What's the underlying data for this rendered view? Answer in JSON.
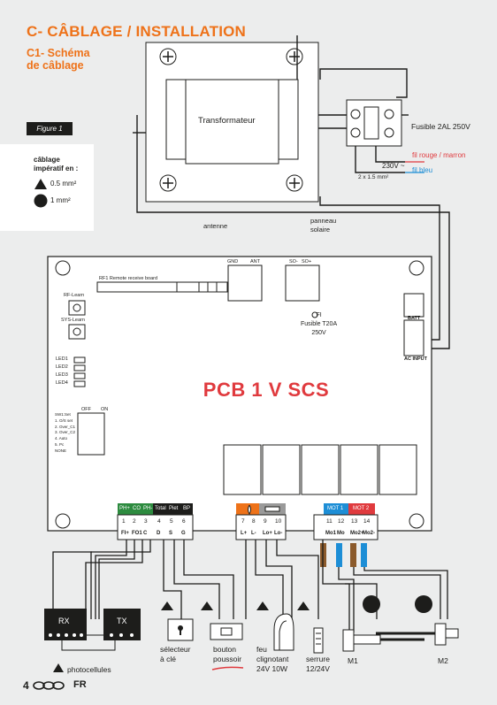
{
  "header": {
    "title": "C- CÂBLAGE / INSTALLATION",
    "subtitle_line1": "C1- Schéma",
    "subtitle_line2": "de câblage"
  },
  "figure_label": "Figure 1",
  "legend": {
    "heading_line1": "câblage",
    "heading_line2": "impératif en :",
    "triangle_label": "0.5 mm²",
    "circle_label": "1 mm²"
  },
  "transformer": {
    "label": "Transformateur"
  },
  "fuse_block": {
    "fuse_label": "Fusible 2AL 250V",
    "wire_red_label": "fil rouge / marron",
    "voltage_label": "230V ~",
    "wire_blue_label": "fil bleu",
    "section_label": "2 x 1.5 mm²"
  },
  "antenna": {
    "label": "antenne"
  },
  "solar": {
    "label_line1": "panneau",
    "label_line2": "solaire"
  },
  "board": {
    "name": "PCB 1 V SCS",
    "rf_label": "RF1  Remote receive board",
    "gnd": "GND",
    "ant": "ANT",
    "so_minus": "SO-",
    "so_plus": "SO+",
    "rf_learn": "RF-Learn",
    "sys_learn": "SYS-Learn",
    "leds": [
      "LED1",
      "LED2",
      "LED3",
      "LED4"
    ],
    "fuse_ref": "FI",
    "fuse_line1": "Fusible T20A",
    "fuse_line2": "250V",
    "batt": "BATT",
    "ac_input": "AC INPUT",
    "sw_off": "OFF",
    "sw_on": "ON",
    "switches": [
      "SW1:Set",
      "1. O/S set",
      "2. Over_C1",
      "3. Over_C2",
      "4. Auto",
      "5. Pc",
      "NONE"
    ]
  },
  "terminals": {
    "header_labels": [
      "PH+",
      "CO",
      "PH-",
      "Total",
      "Piet",
      "BP"
    ],
    "mot_labels": [
      "MOT 1",
      "MOT 2"
    ],
    "numbers": [
      "1",
      "2",
      "3",
      "4",
      "5",
      "6",
      "7",
      "8",
      "9",
      "10",
      "11",
      "12",
      "13",
      "14"
    ],
    "bottom_labels": [
      "FI+",
      "FO1",
      "C",
      "D",
      "S",
      "G",
      "L+",
      "L-",
      "Lo+",
      "Lo-",
      "Mo1",
      "Mo",
      "Mo2+",
      "Mo2-"
    ],
    "wire_colors": [
      "brown",
      "blue",
      "brown",
      "blue"
    ]
  },
  "devices": {
    "rx": "RX",
    "tx": "TX",
    "photocells": "photocellules",
    "selector_line1": "sélecteur",
    "selector_line2": "à clé",
    "button_line1": "bouton",
    "button_line2": "poussoir",
    "light_line1": "feu",
    "light_line2": "clignotant",
    "light_line3": "24V 10W",
    "lock_line1": "serrure",
    "lock_line2": "12/24V",
    "m1": "M1",
    "m2": "M2"
  },
  "footer": {
    "page_number": "4",
    "lang": "FR"
  },
  "colors": {
    "accent_orange": "#ee7219",
    "red": "#e03a3e",
    "blue": "#1d8ed6",
    "green": "#2d8b3f"
  }
}
